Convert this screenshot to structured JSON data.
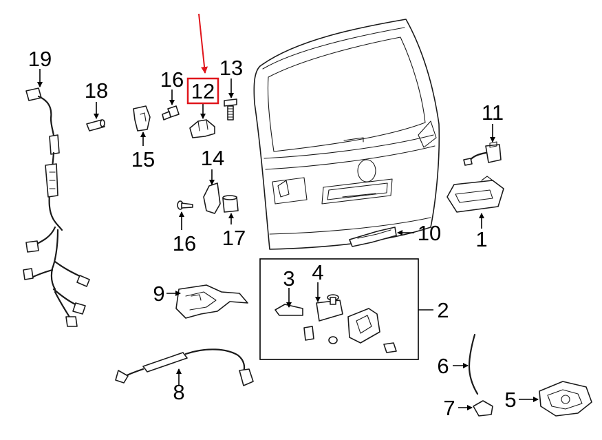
{
  "callouts": [
    {
      "id": "c1",
      "label": "1"
    },
    {
      "id": "c2",
      "label": "2"
    },
    {
      "id": "c3",
      "label": "3"
    },
    {
      "id": "c4",
      "label": "4"
    },
    {
      "id": "c5",
      "label": "5"
    },
    {
      "id": "c6",
      "label": "6"
    },
    {
      "id": "c7",
      "label": "7"
    },
    {
      "id": "c8",
      "label": "8"
    },
    {
      "id": "c9",
      "label": "9"
    },
    {
      "id": "c10",
      "label": "10"
    },
    {
      "id": "c11",
      "label": "11"
    },
    {
      "id": "c12",
      "label": "12"
    },
    {
      "id": "c13",
      "label": "13"
    },
    {
      "id": "c14",
      "label": "14"
    },
    {
      "id": "c15",
      "label": "15"
    },
    {
      "id": "c16a",
      "label": "16"
    },
    {
      "id": "c16b",
      "label": "16"
    },
    {
      "id": "c17",
      "label": "17"
    },
    {
      "id": "c18",
      "label": "18"
    },
    {
      "id": "c19",
      "label": "19"
    }
  ],
  "highlight": {
    "part": "12",
    "box_color": "#e0151b",
    "arrow_color": "#e0151b"
  },
  "colors": {
    "line": "#1a1a1a",
    "background": "#ffffff"
  }
}
